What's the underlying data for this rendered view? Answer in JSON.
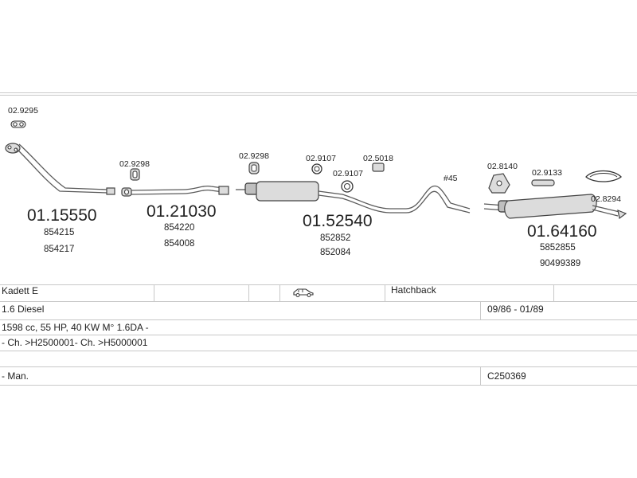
{
  "parts": [
    {
      "number": "01.15550",
      "refs": [
        "854215",
        "854217"
      ]
    },
    {
      "number": "01.21030",
      "refs": [
        "854220",
        "854008"
      ]
    },
    {
      "number": "01.52540",
      "refs": [
        "852852",
        "852084"
      ]
    },
    {
      "number": "01.64160",
      "refs": [
        "5852855",
        "90499389"
      ]
    }
  ],
  "accessories": [
    "02.9295",
    "02.9298",
    "02.9298",
    "02.9107",
    "02.5018",
    "02.9107",
    "02.8140",
    "02.9133",
    "02.8294"
  ],
  "note_45": "#45",
  "vehicle": {
    "model": "Kadett E",
    "body": "Hatchback",
    "engine": "1.6 Diesel",
    "period": "09/86 - 01/89",
    "spec": "1598 cc, 55 HP, 40 KW M° 1.6DA -",
    "chassis": "- Ch. >H2500001- Ch. >H5000001",
    "transmission": "- Man.",
    "code": "C250369"
  },
  "icons": [
    "car-hatchback-icon"
  ]
}
